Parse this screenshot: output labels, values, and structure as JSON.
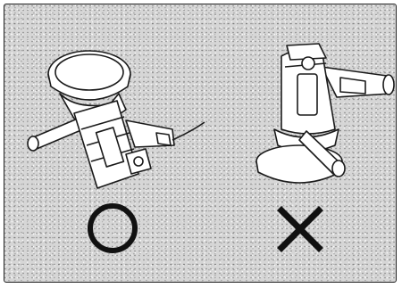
{
  "figure": {
    "panels": [
      {
        "id": "correct",
        "mark_icon": "circle-mark-icon",
        "meaning": "correct"
      },
      {
        "id": "incorrect",
        "mark_icon": "cross-mark-icon",
        "meaning": "incorrect"
      }
    ],
    "colors": {
      "background": "#d6d6d6",
      "line": "#1a1a1a",
      "fill": "#ffffff",
      "mark": "#111111"
    }
  }
}
